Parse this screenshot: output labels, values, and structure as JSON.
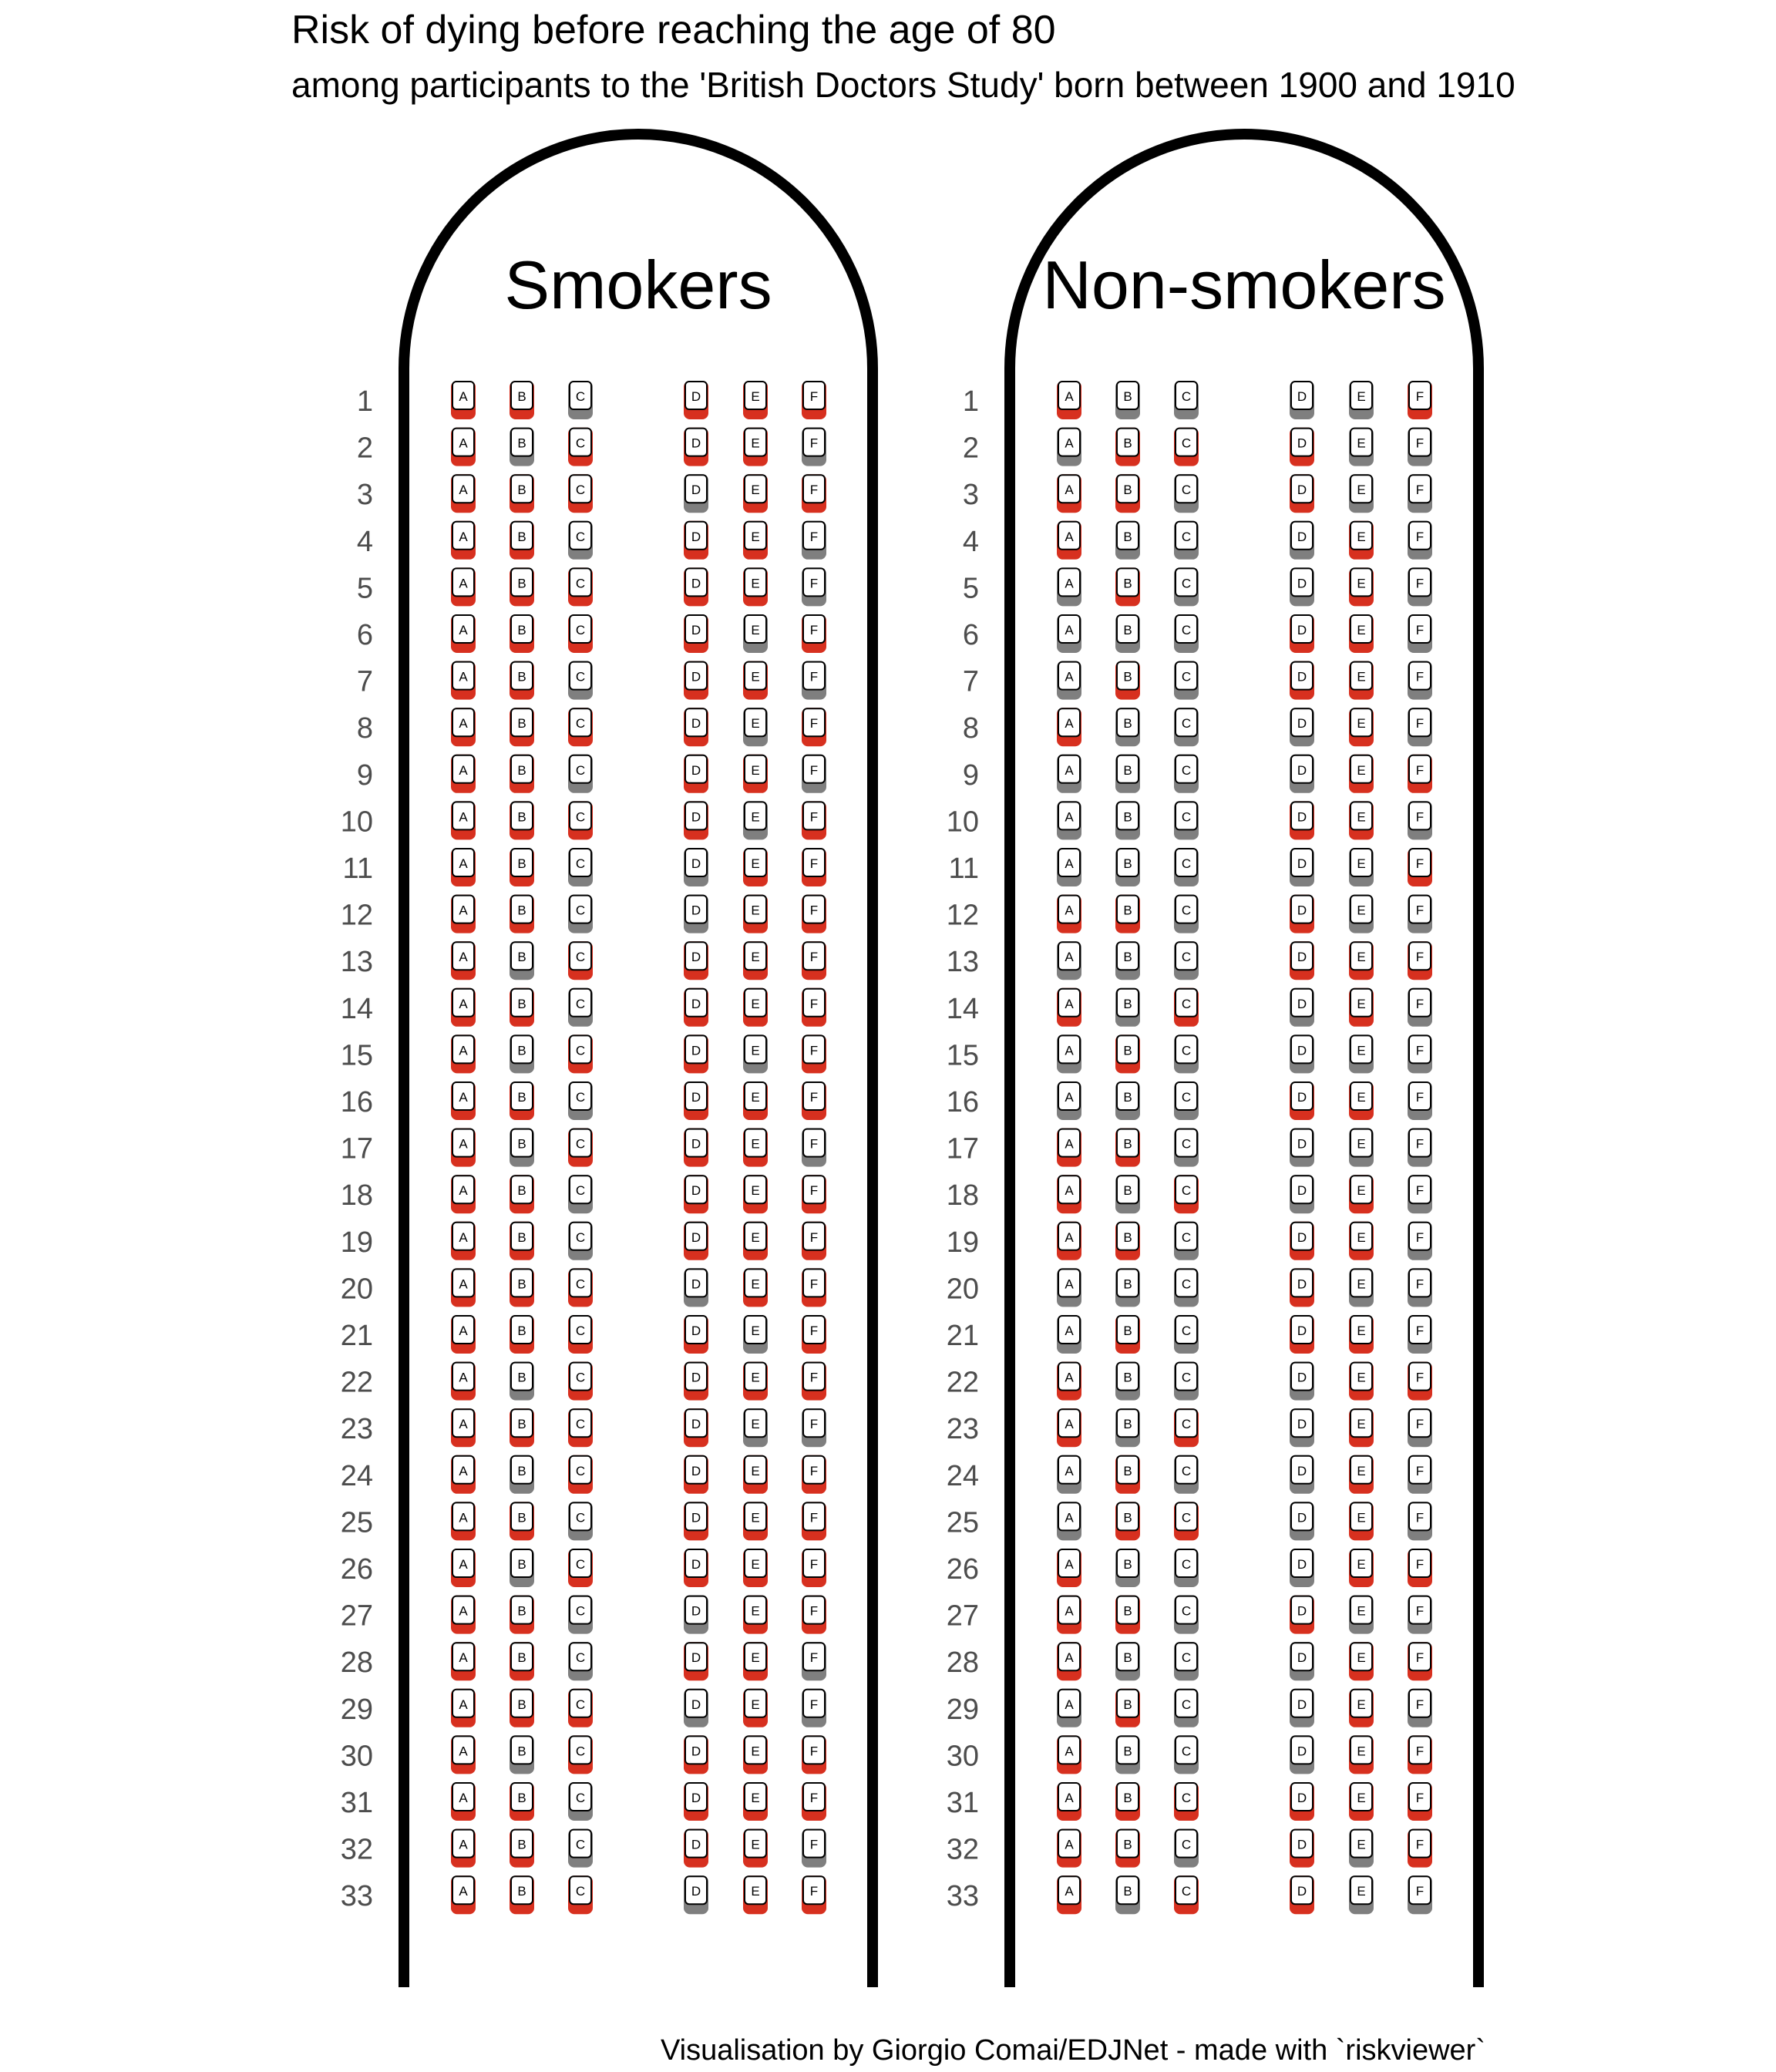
{
  "chart_data": {
    "type": "seat-map",
    "title": "Risk of dying before reaching the age of 80",
    "subtitle": "among participants to the 'British Doctors Study' born between 1900 and 1910",
    "caption": "Visualisation by Giorgio Comai/EDJNet - made with `riskviewer`",
    "seat_letters": [
      "A",
      "B",
      "C",
      "D",
      "E",
      "F"
    ],
    "rows": [
      1,
      2,
      3,
      4,
      5,
      6,
      7,
      8,
      9,
      10,
      11,
      12,
      13,
      14,
      15,
      16,
      17,
      18,
      19,
      20,
      21,
      22,
      23,
      24,
      25,
      26,
      27,
      28,
      29,
      30,
      31,
      32,
      33
    ],
    "colors": {
      "affected": "#d7301f",
      "unaffected": "#7f7f7f",
      "seat_fill": "#ffffff",
      "fuselage": "#000000"
    },
    "series": [
      {
        "name": "Smokers",
        "affected_per_row": [
          [
            1,
            1,
            0,
            1,
            1,
            1
          ],
          [
            1,
            0,
            1,
            1,
            1,
            0
          ],
          [
            1,
            1,
            1,
            0,
            1,
            1
          ],
          [
            1,
            1,
            0,
            1,
            1,
            0
          ],
          [
            1,
            1,
            1,
            1,
            1,
            0
          ],
          [
            1,
            1,
            1,
            1,
            0,
            1
          ],
          [
            1,
            1,
            0,
            1,
            1,
            0
          ],
          [
            1,
            1,
            1,
            1,
            0,
            1
          ],
          [
            1,
            1,
            0,
            1,
            1,
            0
          ],
          [
            1,
            1,
            1,
            1,
            0,
            1
          ],
          [
            1,
            1,
            0,
            0,
            1,
            1
          ],
          [
            1,
            1,
            0,
            0,
            1,
            1
          ],
          [
            1,
            0,
            1,
            1,
            1,
            1
          ],
          [
            1,
            1,
            0,
            1,
            1,
            1
          ],
          [
            1,
            0,
            1,
            1,
            0,
            1
          ],
          [
            1,
            1,
            0,
            1,
            1,
            1
          ],
          [
            1,
            0,
            1,
            1,
            1,
            0
          ],
          [
            1,
            1,
            0,
            1,
            1,
            1
          ],
          [
            1,
            1,
            0,
            1,
            1,
            1
          ],
          [
            1,
            1,
            1,
            0,
            1,
            1
          ],
          [
            1,
            1,
            1,
            1,
            0,
            1
          ],
          [
            1,
            0,
            1,
            1,
            1,
            1
          ],
          [
            1,
            1,
            1,
            1,
            0,
            0
          ],
          [
            1,
            0,
            1,
            1,
            1,
            1
          ],
          [
            1,
            1,
            0,
            1,
            1,
            1
          ],
          [
            1,
            0,
            1,
            1,
            1,
            1
          ],
          [
            1,
            1,
            0,
            0,
            1,
            1
          ],
          [
            1,
            1,
            0,
            1,
            1,
            0
          ],
          [
            1,
            1,
            1,
            0,
            1,
            0
          ],
          [
            1,
            0,
            1,
            1,
            1,
            1
          ],
          [
            1,
            1,
            0,
            1,
            1,
            1
          ],
          [
            1,
            1,
            0,
            1,
            1,
            0
          ],
          [
            1,
            1,
            1,
            0,
            1,
            1
          ]
        ]
      },
      {
        "name": "Non-smokers",
        "affected_per_row": [
          [
            1,
            0,
            0,
            0,
            0,
            1
          ],
          [
            0,
            1,
            1,
            1,
            0,
            0
          ],
          [
            1,
            1,
            0,
            1,
            0,
            0
          ],
          [
            1,
            0,
            0,
            0,
            1,
            0
          ],
          [
            0,
            1,
            0,
            0,
            1,
            0
          ],
          [
            0,
            0,
            0,
            1,
            1,
            0
          ],
          [
            0,
            1,
            0,
            1,
            1,
            0
          ],
          [
            1,
            0,
            0,
            0,
            1,
            0
          ],
          [
            0,
            0,
            0,
            0,
            1,
            1
          ],
          [
            0,
            0,
            0,
            1,
            1,
            0
          ],
          [
            0,
            0,
            0,
            0,
            0,
            1
          ],
          [
            1,
            1,
            0,
            1,
            0,
            0
          ],
          [
            0,
            0,
            0,
            1,
            1,
            1
          ],
          [
            1,
            0,
            1,
            0,
            1,
            0
          ],
          [
            0,
            1,
            0,
            0,
            0,
            0
          ],
          [
            0,
            0,
            0,
            1,
            1,
            0
          ],
          [
            1,
            1,
            0,
            0,
            0,
            0
          ],
          [
            1,
            0,
            1,
            0,
            1,
            0
          ],
          [
            1,
            1,
            0,
            1,
            1,
            0
          ],
          [
            0,
            0,
            0,
            1,
            0,
            0
          ],
          [
            0,
            1,
            0,
            1,
            1,
            0
          ],
          [
            1,
            0,
            0,
            0,
            1,
            1
          ],
          [
            1,
            0,
            1,
            0,
            1,
            0
          ],
          [
            0,
            1,
            0,
            0,
            1,
            0
          ],
          [
            0,
            1,
            1,
            0,
            1,
            0
          ],
          [
            1,
            0,
            0,
            0,
            1,
            1
          ],
          [
            1,
            1,
            0,
            1,
            0,
            0
          ],
          [
            1,
            0,
            0,
            0,
            1,
            1
          ],
          [
            0,
            1,
            0,
            0,
            1,
            0
          ],
          [
            1,
            0,
            0,
            0,
            1,
            1
          ],
          [
            1,
            1,
            1,
            1,
            1,
            1
          ],
          [
            1,
            1,
            0,
            1,
            0,
            1
          ],
          [
            1,
            0,
            1,
            1,
            0,
            0
          ]
        ]
      }
    ]
  }
}
